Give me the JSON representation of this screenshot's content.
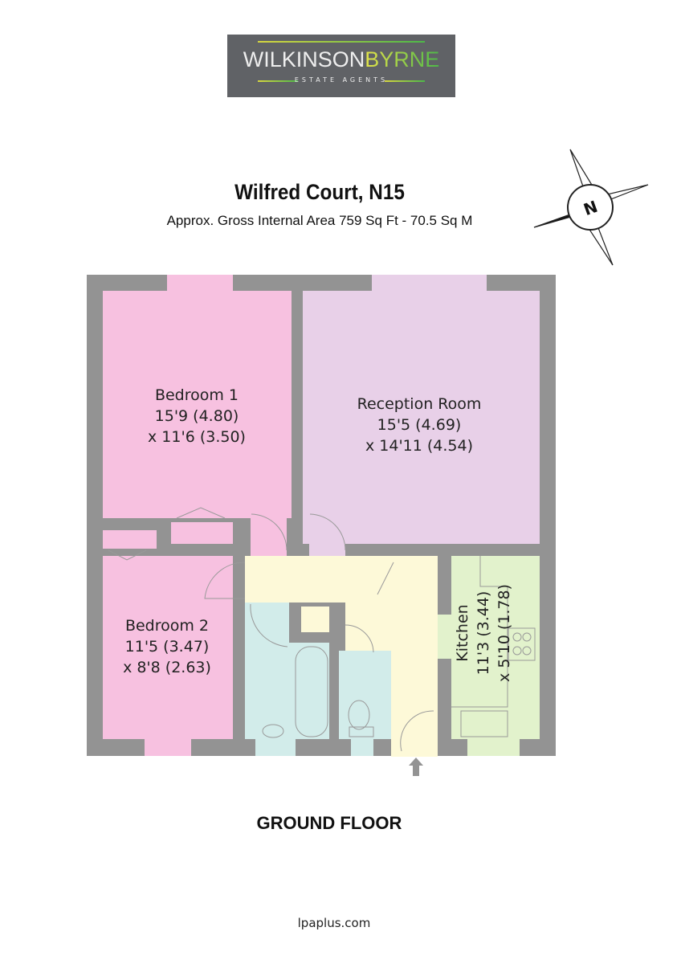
{
  "logo": {
    "name_part1": "WILKINSON",
    "name_part2": "BYRNE",
    "tagline": "ESTATE AGENTS"
  },
  "header": {
    "title": "Wilfred Court, N15",
    "subtitle": "Approx. Gross Internal Area 759 Sq Ft - 70.5 Sq M"
  },
  "compass": {
    "label": "N"
  },
  "rooms": {
    "bedroom1": {
      "name": "Bedroom 1",
      "dim1": "15'9 (4.80)",
      "dim2": "x 11'6 (3.50)"
    },
    "reception": {
      "name": "Reception Room",
      "dim1": "15'5 (4.69)",
      "dim2": "x 14'11 (4.54)"
    },
    "bedroom2": {
      "name": "Bedroom 2",
      "dim1": "11'5 (3.47)",
      "dim2": "x 8'8 (2.63)"
    },
    "kitchen": {
      "name": "Kitchen",
      "dim1": "11'3 (3.44)",
      "dim2": "x 5'10 (1.78)"
    }
  },
  "colors": {
    "wall": "#939393",
    "bedroom": "#f7c1e0",
    "reception": "#e8d0e8",
    "hall": "#fdf9d8",
    "bath": "#d2ecea",
    "kitchen": "#e2f2cc"
  },
  "floor_label": "GROUND FLOOR",
  "footer": "lpaplus.com"
}
